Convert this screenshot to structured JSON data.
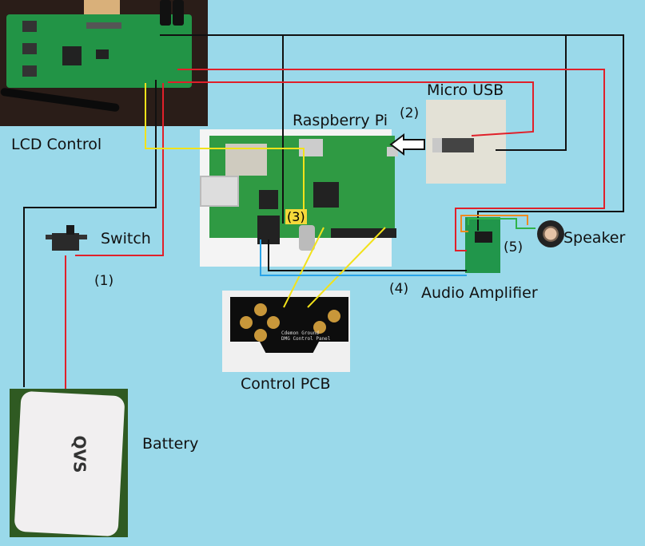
{
  "diagram": {
    "title": "Raspberry Pi handheld wiring diagram",
    "background_color": "#9ad9ea",
    "components": {
      "lcd_control": {
        "label": "LCD Control"
      },
      "raspberry_pi": {
        "label": "Raspberry Pi",
        "step": "(2)"
      },
      "micro_usb": {
        "label": "Micro USB"
      },
      "switch": {
        "label": "Switch",
        "step": "(1)"
      },
      "control_pcb": {
        "label": "Control PCB",
        "silkscreen": [
          "Cdemon Ground",
          "DMG Control Panel"
        ]
      },
      "audio_amplifier": {
        "label": "Audio Amplifier",
        "step": "(4)"
      },
      "speaker": {
        "label": "Speaker",
        "step": "(5)"
      },
      "battery": {
        "label": "Battery",
        "brand": "QVS"
      },
      "composite_video": {
        "step": "(3)"
      }
    },
    "wire_colors": {
      "power": "#e0202a",
      "ground": "#111111",
      "video": "#f2e21a",
      "audio": "#2aa4e8",
      "speaker_pos": "#f08a1e",
      "speaker_neg": "#2fb34a"
    },
    "connections": [
      {
        "from": "battery",
        "to": "switch",
        "color": "power"
      },
      {
        "from": "switch",
        "to": "lcd_control",
        "color": "power"
      },
      {
        "from": "battery",
        "to": "lcd_control",
        "color": "ground"
      },
      {
        "from": "lcd_control",
        "to": "micro_usb",
        "color": "power"
      },
      {
        "from": "lcd_control",
        "to": "audio_amplifier",
        "color": "power"
      },
      {
        "from": "lcd_control",
        "to": "micro_usb",
        "color": "ground"
      },
      {
        "from": "lcd_control",
        "to": "audio_amplifier",
        "color": "ground"
      },
      {
        "from": "micro_usb",
        "to": "raspberry_pi",
        "color": "arrow"
      },
      {
        "from": "raspberry_pi",
        "to": "lcd_control",
        "color": "video"
      },
      {
        "from": "raspberry_pi",
        "to": "control_pcb",
        "color": "video"
      },
      {
        "from": "raspberry_pi",
        "to": "audio_amplifier",
        "color": "audio"
      },
      {
        "from": "raspberry_pi",
        "to": "audio_amplifier",
        "color": "ground"
      },
      {
        "from": "audio_amplifier",
        "to": "speaker",
        "color": "speaker_pos"
      },
      {
        "from": "audio_amplifier",
        "to": "speaker",
        "color": "speaker_neg"
      }
    ]
  }
}
